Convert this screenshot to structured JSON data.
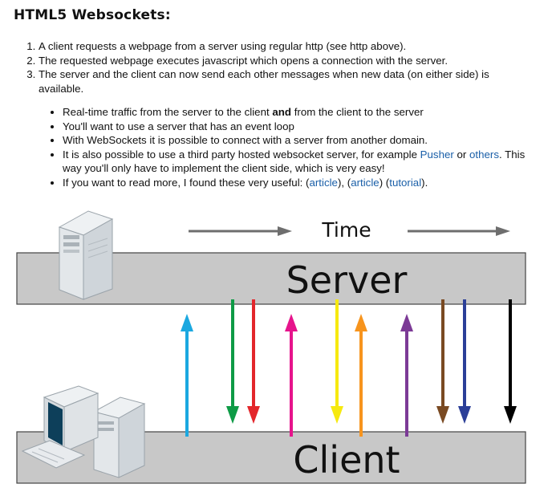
{
  "title": "HTML5 Websockets:",
  "steps": [
    "A client requests a webpage from a server using regular http (see http above).",
    "The requested webpage executes javascript which opens a connection with the server.",
    "The server and the client can now send each other messages when new data (on either side) is available."
  ],
  "notes": {
    "n1_a": "Real-time traffic from the server to the client ",
    "n1_bold": "and",
    "n1_b": " from the client to the server",
    "n2": "You'll want to use a server that has an event loop",
    "n3": "With WebSockets it is possible to connect with a server from another domain.",
    "n4_a": "It is also possible to use a third party hosted websocket server, for example ",
    "n4_link1": "Pusher",
    "n4_mid": " or ",
    "n4_link2": "others",
    "n4_b": ". This way you'll only have to implement the client side, which is very easy!",
    "n5_a": "If you want to read more, I found these very useful: (",
    "n5_link1": "article",
    "n5_sep1": "), (",
    "n5_link2": "article",
    "n5_sep2": ") (",
    "n5_link3": "tutorial",
    "n5_end": ")."
  },
  "diagram": {
    "time_label": "Time",
    "server_label": "Server",
    "client_label": "Client",
    "server_icon": "server-tower-icon",
    "client_icon": "desktop-computer-icon",
    "arrows": [
      {
        "direction": "up",
        "color": "#1ba8e0"
      },
      {
        "direction": "down",
        "color": "#0e9b46"
      },
      {
        "direction": "down",
        "color": "#e3262b"
      },
      {
        "direction": "up",
        "color": "#e6148c"
      },
      {
        "direction": "down",
        "color": "#f6e90f"
      },
      {
        "direction": "up",
        "color": "#f7941d"
      },
      {
        "direction": "up",
        "color": "#7c3a96"
      },
      {
        "direction": "down",
        "color": "#7a4a22"
      },
      {
        "direction": "down",
        "color": "#2b3f98"
      },
      {
        "direction": "down",
        "color": "#000000"
      }
    ]
  }
}
